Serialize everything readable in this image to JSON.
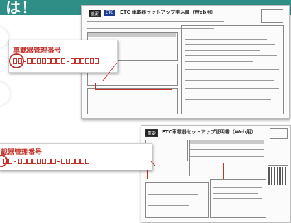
{
  "banner": {
    "text": "は！"
  },
  "doc1": {
    "tag_a": "重要",
    "tag_b": "ETC",
    "title": "ETC 車載器セットアップ申込書（Web用）"
  },
  "doc2": {
    "tag_a": "重要",
    "title": "ETC車載器セットアップ証明書（Web用）"
  },
  "callout1": {
    "label": "車載器管理番号"
  },
  "callout2": {
    "label": "載器管理番号"
  },
  "colors": {
    "banner": "#2f8f86",
    "accent_red": "#c3322b",
    "tag_blue": "#1c3d8f"
  }
}
